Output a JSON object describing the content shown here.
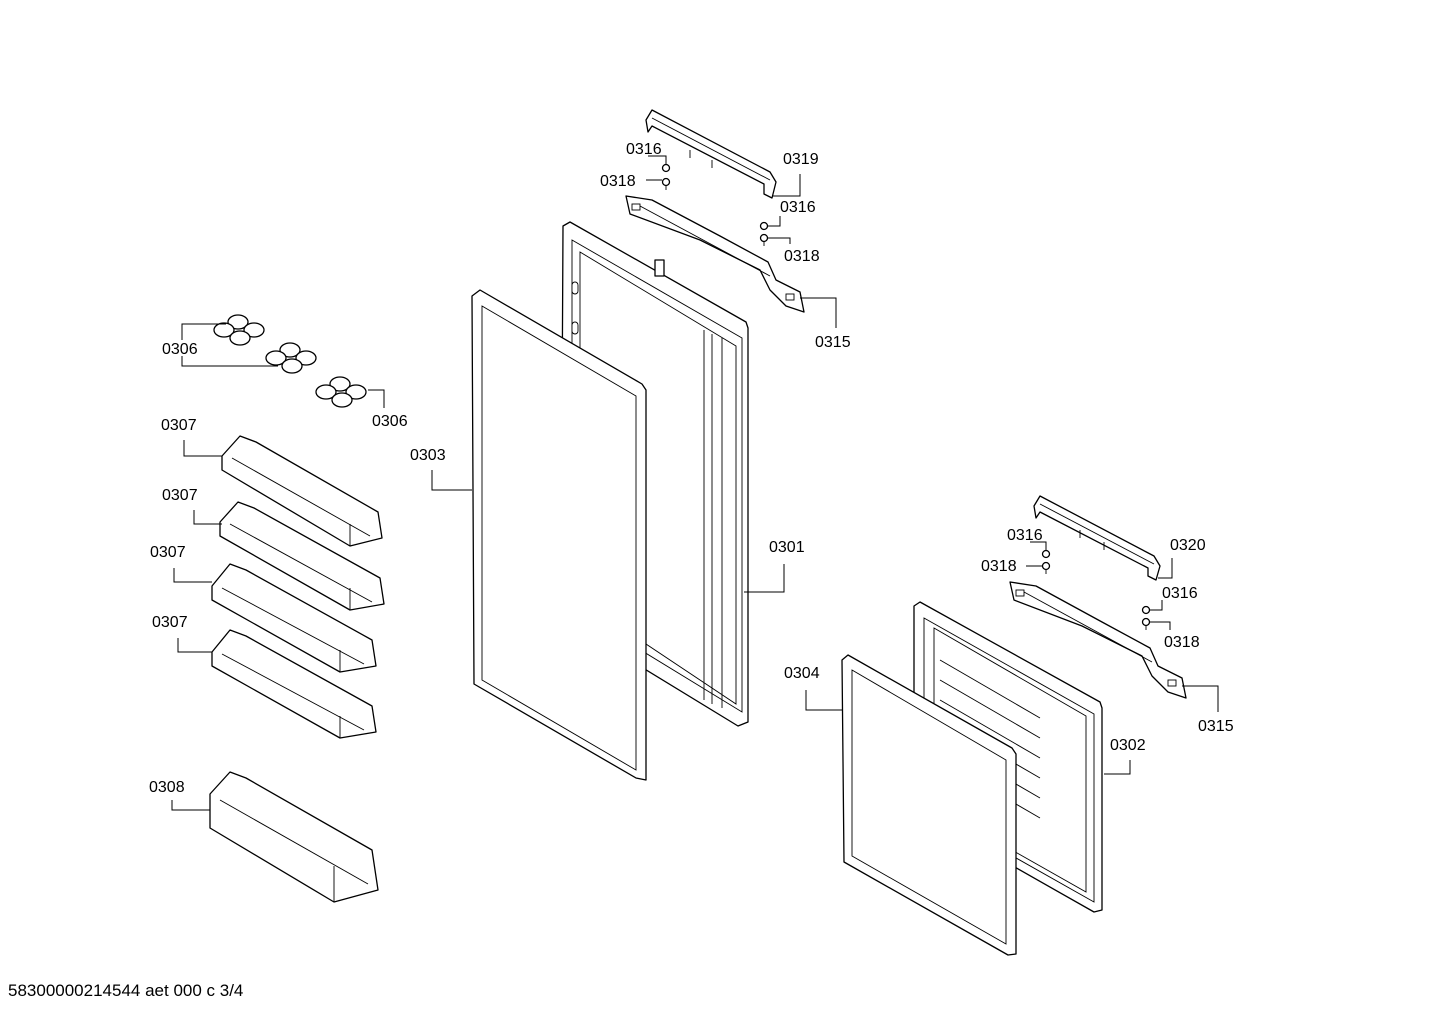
{
  "footer": "58300000214544 aet 000 c 3/4",
  "labels": {
    "p0301": "0301",
    "p0302": "0302",
    "p0303": "0303",
    "p0304": "0304",
    "p0306a": "0306",
    "p0306b": "0306",
    "p0307a": "0307",
    "p0307b": "0307",
    "p0307c": "0307",
    "p0307d": "0307",
    "p0308": "0308",
    "p0315a": "0315",
    "p0315b": "0315",
    "p0316a": "0316",
    "p0316b": "0316",
    "p0316c": "0316",
    "p0316d": "0316",
    "p0318a": "0318",
    "p0318b": "0318",
    "p0318c": "0318",
    "p0318d": "0318",
    "p0319": "0319",
    "p0320": "0320"
  }
}
